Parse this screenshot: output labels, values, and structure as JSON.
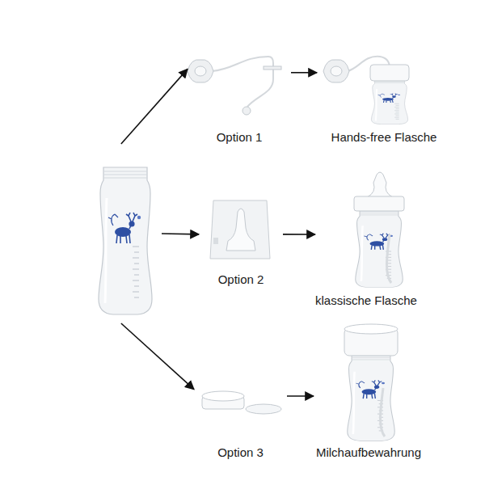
{
  "diagram": {
    "nodes": [
      {
        "text": []
      },
      {
        "text": [
          "Option 1"
        ]
      },
      {
        "text": [
          "Hands-free Flasche"
        ]
      },
      {
        "text": [
          "Option 2"
        ]
      },
      {
        "text": [
          "klassische Flasche"
        ]
      },
      {
        "text": [
          "Option 3"
        ]
      },
      {
        "text": [
          "Milchaufbewahrung"
        ]
      }
    ],
    "edges": [
      {
        "from": 0,
        "to": 1,
        "arrow": "to"
      },
      {
        "from": 1,
        "to": 2,
        "arrow": "to"
      },
      {
        "from": 0,
        "to": 3,
        "arrow": "to"
      },
      {
        "from": 3,
        "to": 4,
        "arrow": "to"
      },
      {
        "from": 0,
        "to": 5,
        "arrow": "to"
      },
      {
        "from": 5,
        "to": 6,
        "arrow": "to"
      }
    ]
  }
}
